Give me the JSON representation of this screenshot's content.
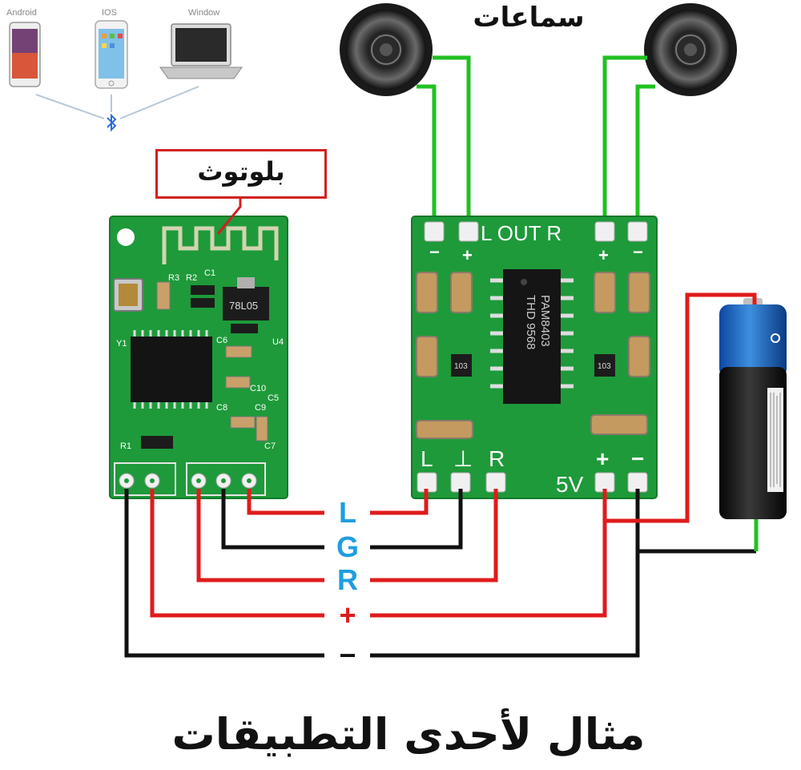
{
  "devices": [
    {
      "label": "Android",
      "icon": "smartphone-icon"
    },
    {
      "label": "IOS",
      "icon": "iphone-icon"
    },
    {
      "label": "Window",
      "icon": "laptop-icon"
    }
  ],
  "bluetooth_symbol_icon": "bluetooth-icon",
  "speakers_title": "سماعات",
  "bluetooth_label": "بلوتوث",
  "bluetooth_module": {
    "chip_marking": "78L05",
    "silk": [
      "C1",
      "R2",
      "R3",
      "C6",
      "C5",
      "C10",
      "C9",
      "C8",
      "C7",
      "U4",
      "Y1",
      "R1"
    ]
  },
  "amplifier_board": {
    "header_text": "L OUT R",
    "chip_marking": [
      "PAM8403",
      "THD 9568"
    ],
    "resistor_marking": "103",
    "input_labels": [
      "L",
      "⊥",
      "R"
    ],
    "power_label": "5V",
    "plus": "+",
    "minus": "−"
  },
  "signals": [
    "L",
    "G",
    "R",
    "+",
    "−"
  ],
  "colors": {
    "pcb": "#1e9a3a",
    "wire_red": "#e01b1b",
    "wire_black": "#111111",
    "wire_green": "#22c022",
    "label_blue": "#1f9ee0",
    "callout_red": "#d22020",
    "battery_blue": "#1565c0"
  },
  "caption": "مثال لأحدى التطبيقات"
}
